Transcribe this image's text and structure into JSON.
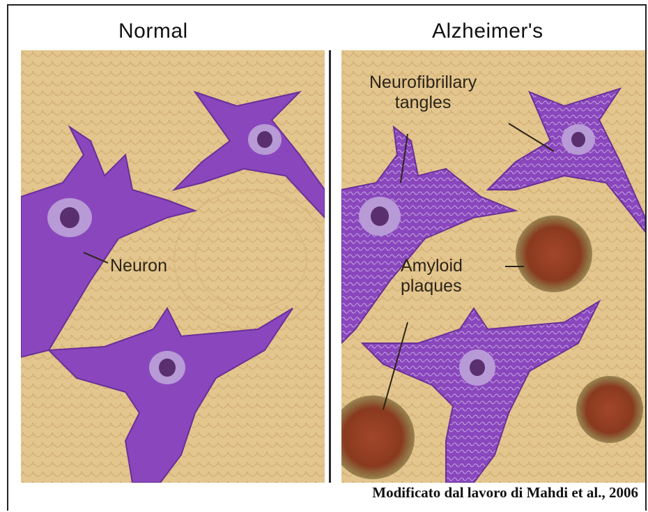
{
  "panels": {
    "left": {
      "title": "Normal",
      "labels": {
        "neuron": "Neuron"
      }
    },
    "right": {
      "title": "Alzheimer's",
      "labels": {
        "tangles_line1": "Neurofibrillary",
        "tangles_line2": "tangles",
        "plaques_line1": "Amyloid",
        "plaques_line2": "plaques"
      }
    }
  },
  "credit": "Modificato dal lavoro di Mahdi et al., 2006",
  "colors": {
    "tissue": "#e3c58e",
    "neuron": "#8a47bd",
    "nucleus": "#5a2f6e",
    "plaque": "#8a3a1f",
    "text": "#2b2418"
  }
}
